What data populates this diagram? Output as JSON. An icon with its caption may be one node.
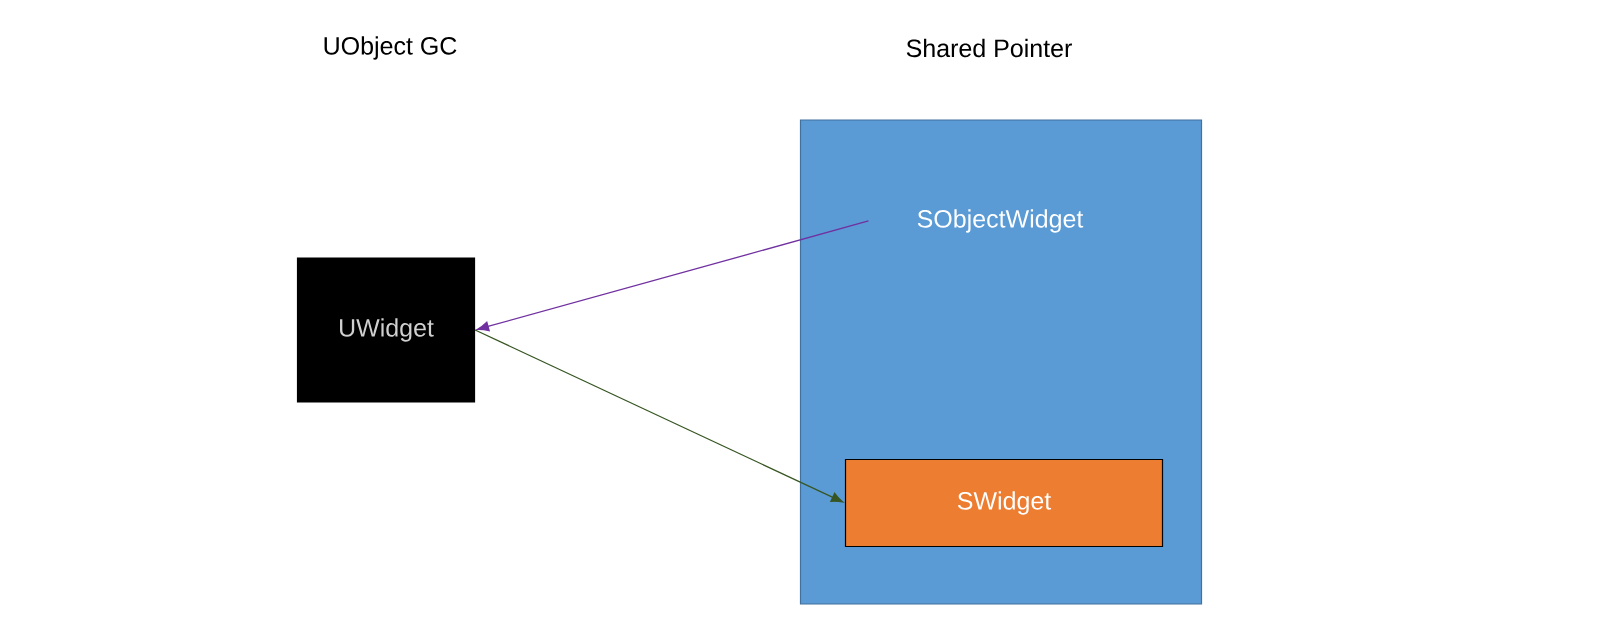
{
  "diagram": {
    "nodes": [
      {
        "text": [
          "UWidget"
        ]
      },
      {
        "text": [],
        "shape": "box"
      },
      {
        "text": [
          "SObjectWidget"
        ],
        "in": 1
      },
      {
        "text": [
          "SWidget"
        ],
        "in": 1
      }
    ],
    "edges": [
      {
        "from": 2,
        "to": 0,
        "arrow": "to",
        "color": "#7030a0"
      },
      {
        "from": 0,
        "to": 3,
        "arrow": "to",
        "color": "#375623"
      }
    ],
    "labels": [
      "UObject GC",
      "Shared Pointer"
    ]
  }
}
